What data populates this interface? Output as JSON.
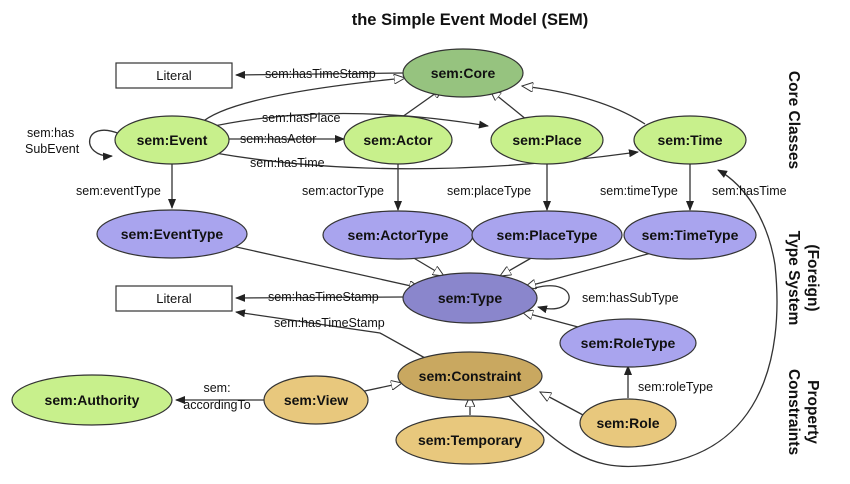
{
  "title": "the Simple Event Model (SEM)",
  "side_labels": {
    "core": "Core Classes",
    "type_system_line1": "(Foreign)",
    "type_system_line2": "Type System",
    "constraints_line1": "Property",
    "constraints_line2": "Constraints"
  },
  "colors": {
    "core": "#96c37f",
    "class": "#c8f08c",
    "type": "#a9a4ee",
    "type_main": "#8a86cc",
    "constraint": "#c9a860",
    "constraint_light": "#e8c87d",
    "literal": "#ffffff",
    "line": "#333333"
  },
  "nodes": {
    "core": "sem:Core",
    "event": "sem:Event",
    "actor": "sem:Actor",
    "place": "sem:Place",
    "time": "sem:Time",
    "event_type": "sem:EventType",
    "actor_type": "sem:ActorType",
    "place_type": "sem:PlaceType",
    "time_type": "sem:TimeType",
    "type": "sem:Type",
    "role_type": "sem:RoleType",
    "constraint": "sem:Constraint",
    "view": "sem:View",
    "authority": "sem:Authority",
    "temporary": "sem:Temporary",
    "role": "sem:Role",
    "literal_top": "Literal",
    "literal_mid": "Literal"
  },
  "edges": {
    "has_time_stamp_core": "sem:hasTimeStamp",
    "has_sub_event_1": "sem:has",
    "has_sub_event_2": "SubEvent",
    "has_place": "sem:hasPlace",
    "has_actor": "sem:hasActor",
    "has_time": "sem:hasTime",
    "has_time_right": "sem:hasTime",
    "event_type": "sem:eventType",
    "actor_type": "sem:actorType",
    "place_type": "sem:placeType",
    "time_type": "sem:timeType",
    "has_time_stamp_type": "sem:hasTimeStamp",
    "has_time_stamp_constraint": "sem:hasTimeStamp",
    "has_sub_type": "sem:hasSubType",
    "role_type": "sem:roleType",
    "according_to_1": "sem:",
    "according_to_2": "accordingTo"
  }
}
